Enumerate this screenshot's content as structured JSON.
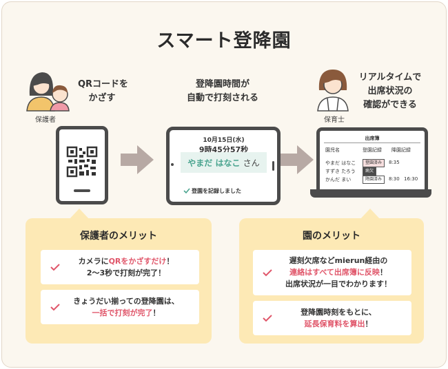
{
  "title": "スマート登降園",
  "step1": {
    "text_line1": "QRコードを",
    "text_line2": "かざす",
    "person_label": "保護者"
  },
  "step2": {
    "text_line1": "登降園時間が",
    "text_line2": "自動で打刻される"
  },
  "step3": {
    "text_line1": "リアルタイムで",
    "text_line2": "出席状況の",
    "text_line3": "確認ができる",
    "person_label": "保育士"
  },
  "tablet": {
    "date": "10月15日(水)",
    "time": "9時45分57秒",
    "name": "やまだ はなこ",
    "honorific": "さん",
    "record_msg": "登園を記録しました"
  },
  "laptop": {
    "title": "出席簿",
    "headers": [
      "園児名",
      "登園記録",
      "降園記録"
    ],
    "rows": [
      {
        "name": "やまだ はなこ",
        "badge": "登園済み",
        "in": "8:35",
        "out": ""
      },
      {
        "name": "すずき たろう",
        "badge": "病欠",
        "in": "",
        "out": ""
      },
      {
        "name": "かんだ まい",
        "badge": "降園済み",
        "in": "8:30",
        "out": "16:30"
      }
    ]
  },
  "guardian_merit": {
    "title": "保護者のメリット",
    "item1": {
      "l1a": "カメラに",
      "l1b": "QRをかざすだけ",
      "l1c": "！",
      "l2": "2〜3秒で打刻が完了！"
    },
    "item2": {
      "l1": "きょうだい揃っての登降園は、",
      "l2a": "一括で打刻が完了",
      "l2b": "！"
    }
  },
  "school_merit": {
    "title": "園のメリット",
    "item1": {
      "l1": "遅刻欠席などmierun経由の",
      "l2a": "連絡はすべて出席簿に反映",
      "l2b": "！",
      "l3": "出席状況が一目でわかります！"
    },
    "item2": {
      "l1": "登降園時刻をもとに、",
      "l2a": "延長保育料を算出",
      "l2b": "！"
    }
  },
  "colors": {
    "accent_red": "#e0566a",
    "merit_bg": "#fde9b5",
    "teal": "#4aa48f",
    "frame_bg": "#fbf7ef",
    "arrow": "#b7a9a4"
  }
}
